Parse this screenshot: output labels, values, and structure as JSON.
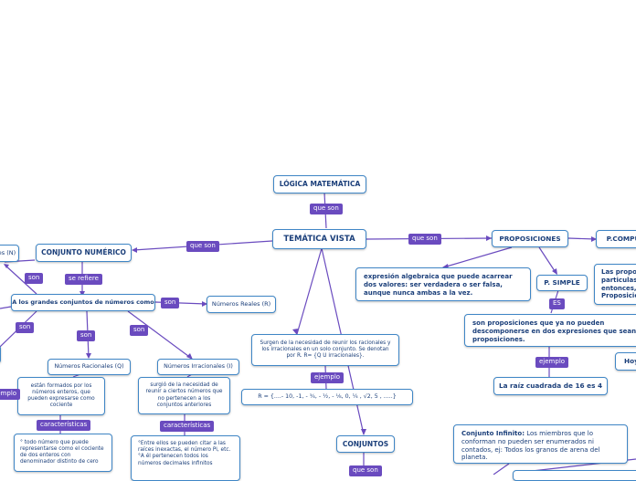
{
  "nodes": {
    "logica": "LÓGICA MATEMÁTICA",
    "tematica": "TEMÁTICA VISTA",
    "conjunto_numerico": "CONJUNTO NUMÉRICO",
    "naturales_partial": "es (N)",
    "grandes": "A los grandes conjuntos de números como",
    "reales": "Números Reales (R)",
    "racionales": "Números Racionales (Q)",
    "irracionales": "Números Irracionales (I)",
    "surgen": "Surgen de la necesidad de reunir los racionales y los irracionales en un solo conjunto. Se denotan por R. R= {Q U irracionales}.",
    "r_example": "R = {....- 10, -1, - ¾, - ½, - ⅛, 0, ¼ , √2, 5 , .....}",
    "formados": "están formados por los números enteros, que pueden expresarse como cociente",
    "surgio": "surgió de la necesidad de reunir a ciertos números que no pertenecen a los conjuntos anteriores",
    "todo_numero": "° todo número que puede representarse como el cociente de dos enteros con denominador distinto de cero",
    "entre_ellos": "°Entre ellos se pueden citar a las raíces inexactas, el número Pi, etc. °A él pertenecen todos los números decimales infinitos",
    "conjuntos": "CONJUNTOS",
    "proposiciones": "PROPOSICIONES",
    "p_compuesta": "P.COMPU",
    "expresion": "expresión algebraica que puede acarrear dos valores: ser verdadera o ser falsa, aunque nunca ambas a la vez.",
    "p_simple": "P. SIMPLE",
    "las_propo": "Las propo particulas entonces, Proposicio",
    "son_proposiciones": "son proposiciones que ya no pueden descomponerse en dos expresiones que sean proposiciones.",
    "hoy": "Hoy",
    "raiz": "La raíz cuadrada de 16 es 4",
    "infinito_title": "Conjunto Infinito:",
    "infinito_text": " Los miembros que lo conforman no pueden ser enumerados ni contados, ej: Todos los granos de arena del planeta."
  },
  "labels": {
    "que_son_1": "que son",
    "que_son_2": "que son",
    "que_son_3": "que son",
    "que_son_4": "que son",
    "son_1": "son",
    "se_refiere": "se refiere",
    "son_2": "son",
    "son_3": "son",
    "son_4": "son",
    "son_5": "son",
    "ejemplo_1": "ejemplo",
    "ejemplo_2": "ejemplo",
    "ejemplo_3": "ejemplo",
    "caracteristicas_1": "características",
    "caracteristicas_2": "características",
    "es": "ES"
  },
  "colors": {
    "border": "#3f86c6",
    "text": "#1b3f7a",
    "line": "#6a4bbf",
    "label_bg": "#6a4bbf"
  }
}
